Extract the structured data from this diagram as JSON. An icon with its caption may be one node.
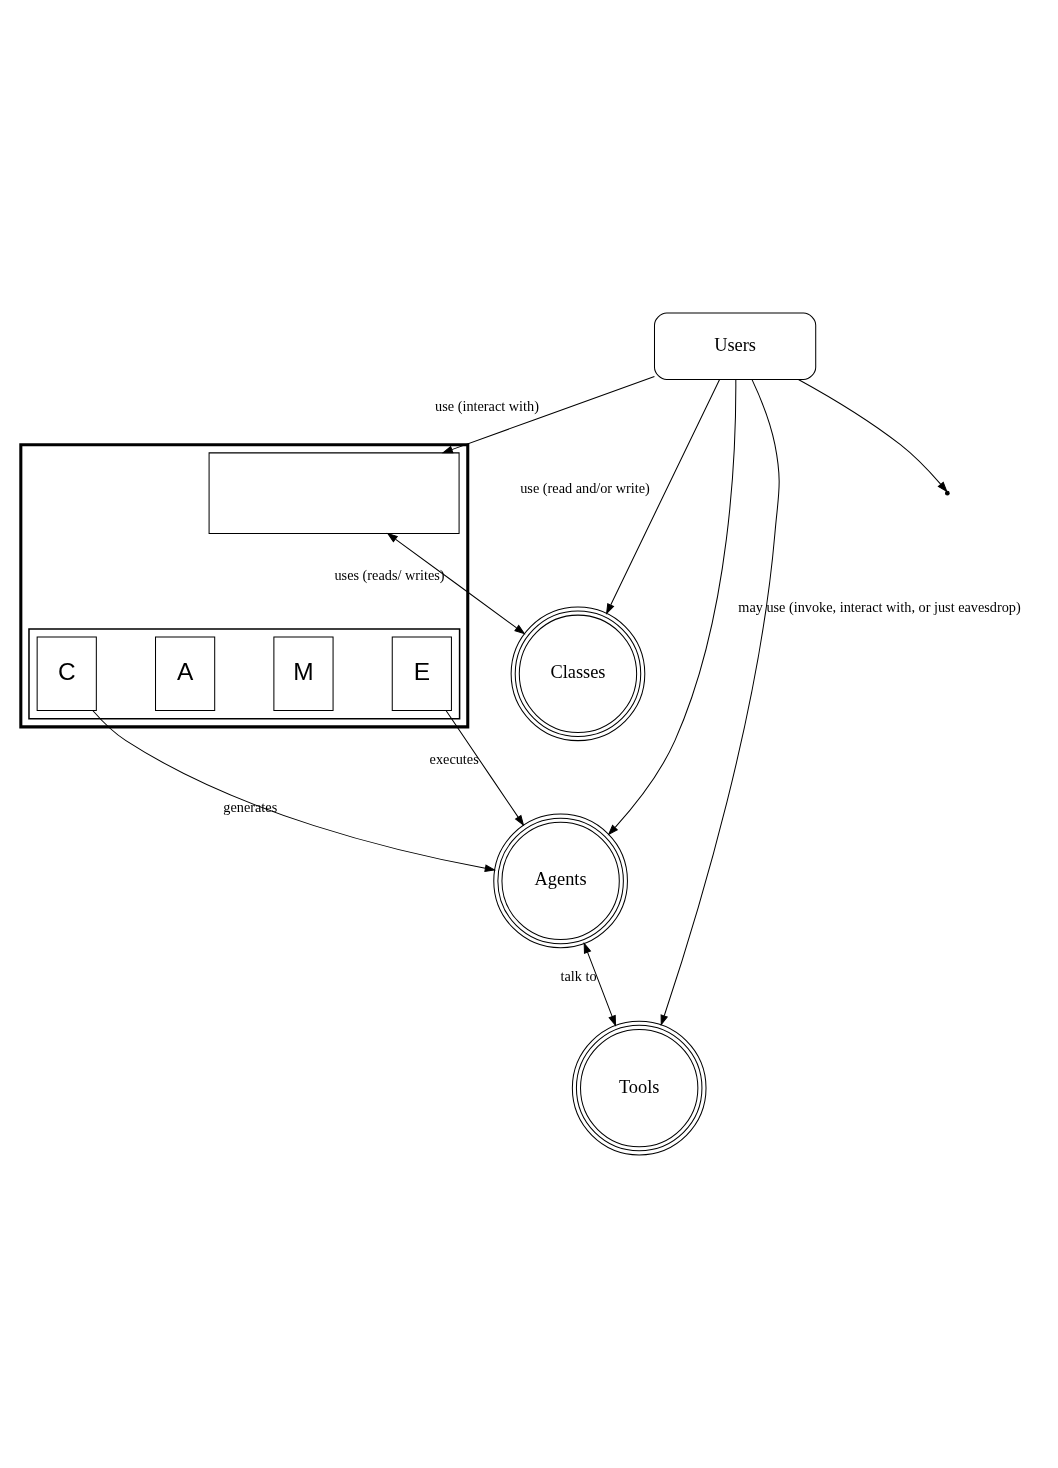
{
  "diagram": {
    "nodes": [
      {
        "text": [
          "Users"
        ]
      },
      {
        "text": [],
        "shape": "box"
      },
      {
        "text": [],
        "shape": "box",
        "in": 1
      },
      {
        "text": [],
        "shape": "box",
        "in": 1
      },
      {
        "text": [
          "C"
        ],
        "in": 3
      },
      {
        "text": [
          "A"
        ],
        "in": 3
      },
      {
        "text": [
          "M"
        ],
        "in": 3
      },
      {
        "text": [
          "E"
        ],
        "in": 3
      },
      {
        "text": [
          "Classes"
        ]
      },
      {
        "text": [
          "Agents"
        ]
      },
      {
        "text": [
          "Tools"
        ]
      }
    ],
    "edges": [
      {
        "from": 0,
        "to": 8,
        "arrow": "to",
        "label": "use (read and/or write)"
      },
      {
        "from": 0,
        "to": 2,
        "arrow": "to",
        "label": "use (interact with)"
      },
      {
        "from": 2,
        "to": 8,
        "arrow": "both",
        "label": "uses (reads/ writes)"
      },
      {
        "from": 0,
        "to": 9,
        "arrow": "to",
        "label": "may use (invoke, interact with, or just eavesdrop)"
      },
      {
        "from": 4,
        "to": 9,
        "arrow": "to",
        "label": "generates"
      },
      {
        "from": 7,
        "to": 9,
        "arrow": "to",
        "label": "executes"
      },
      {
        "from": 9,
        "to": 10,
        "arrow": "both",
        "label": "talk to"
      },
      {
        "from": 0,
        "to": null,
        "arrow": "to"
      },
      {
        "from": 0,
        "to": 10,
        "arrow": "to"
      }
    ]
  }
}
